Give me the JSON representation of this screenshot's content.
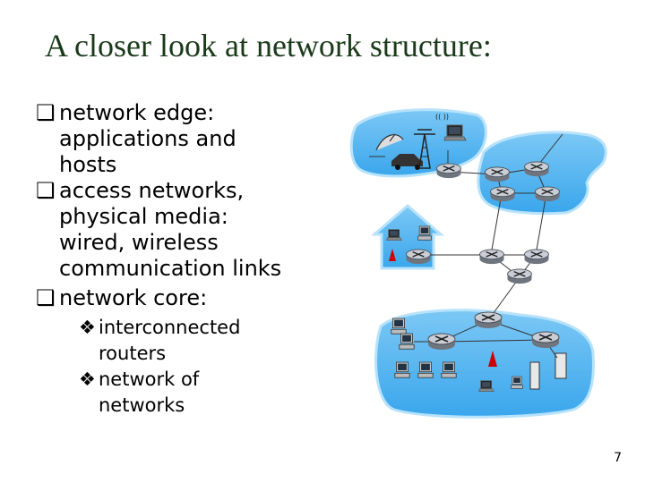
{
  "slide": {
    "title": "A closer look at network structure:",
    "page_number": "7"
  },
  "bullets": [
    {
      "marker": "q",
      "head": "network edge:",
      "rest": [
        "applications and",
        "hosts"
      ]
    },
    {
      "marker": "q",
      "head": "access networks,",
      "rest": [
        "physical media:",
        "wired, wireless",
        "communication links"
      ]
    },
    {
      "marker": "q",
      "head": "network core:",
      "rest": []
    }
  ],
  "sub_bullets": [
    {
      "marker": "v",
      "lines": [
        "interconnected",
        "routers"
      ]
    },
    {
      "marker": "v",
      "lines": [
        "network of",
        "networks"
      ]
    }
  ],
  "colors": {
    "title": "#1a3a1a",
    "cloud_fill": "#4fb3f0",
    "cloud_edge": "#9ed8fa",
    "router": "#9aa0aa",
    "accent_red": "#cc0000"
  },
  "icons": [
    "router-icon",
    "laptop-icon",
    "desktop-icon",
    "server-icon",
    "wireless-tower-icon",
    "satellite-dish-icon",
    "car-icon",
    "home-icon"
  ]
}
